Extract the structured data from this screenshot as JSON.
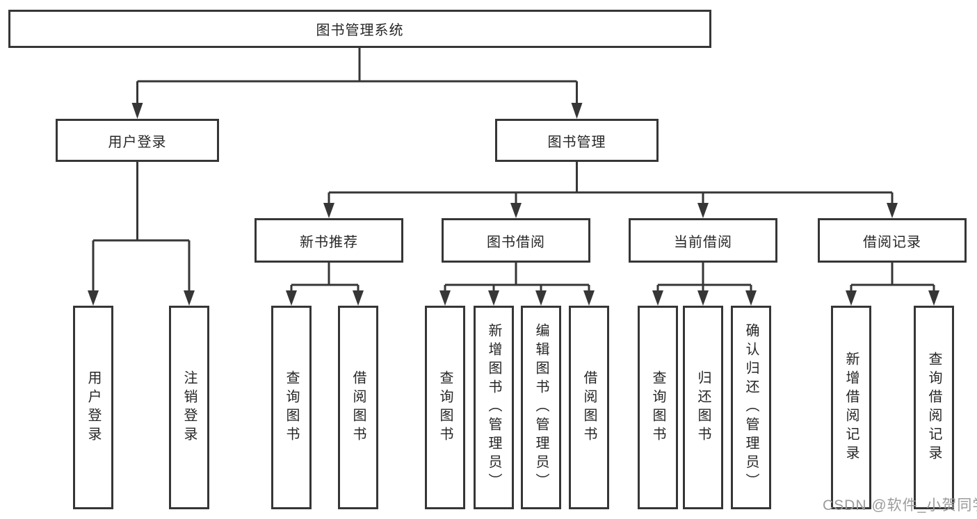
{
  "diagram_title": "图书管理系统",
  "nodes": {
    "root": "图书管理系统",
    "user_login": "用户登录",
    "book_mgmt": "图书管理",
    "new_book_rec": "新书推荐",
    "book_borrow": "图书借阅",
    "current_borrow": "当前借阅",
    "borrow_record": "借阅记录",
    "ul_user_login": "用户登录",
    "ul_logout": "注销登录",
    "nbr_query_book": "查询图书",
    "nbr_borrow_book": "借阅图书",
    "bb_query_book": "查询图书",
    "bb_add_book": "新增图书（管理员）",
    "bb_edit_book": "编辑图书（管理员）",
    "bb_borrow_book": "借阅图书",
    "cb_query_book": "查询图书",
    "cb_return_book": "归还图书",
    "cb_confirm_return": "确认归还（管理员）",
    "br_add_record": "新增借阅记录",
    "br_query_record": "查询借阅记录"
  },
  "structure": {
    "root": [
      "user_login",
      "book_mgmt"
    ],
    "user_login": [
      "ul_user_login",
      "ul_logout"
    ],
    "book_mgmt": [
      "new_book_rec",
      "book_borrow",
      "current_borrow",
      "borrow_record"
    ],
    "new_book_rec": [
      "nbr_query_book",
      "nbr_borrow_book"
    ],
    "book_borrow": [
      "bb_query_book",
      "bb_add_book",
      "bb_edit_book",
      "bb_borrow_book"
    ],
    "current_borrow": [
      "cb_query_book",
      "cb_return_book",
      "cb_confirm_return"
    ],
    "borrow_record": [
      "br_add_record",
      "br_query_record"
    ]
  },
  "watermark": "CSDN @软件_小贺同学",
  "colors": {
    "line": "#363636",
    "box_border": "#363636",
    "text": "#262626",
    "background": "#ffffff",
    "watermark": "#9b9b9b"
  }
}
